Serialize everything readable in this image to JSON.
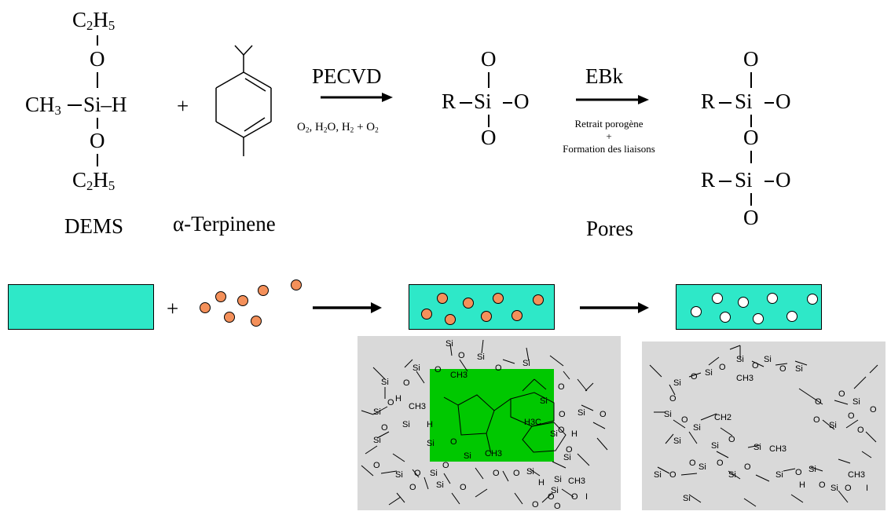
{
  "dems": {
    "top_group": [
      "C",
      "2",
      "H",
      "5"
    ],
    "o_top": "O",
    "ch3": [
      "CH",
      "3"
    ],
    "si_h": "Si–H",
    "o_bottom": "O",
    "bottom_group": [
      "C",
      "2",
      "H",
      "5"
    ],
    "name": "DEMS"
  },
  "plus_main": "+",
  "terpinene_name": "α-Terpinene",
  "step1": {
    "label": "PECVD",
    "conditions": [
      "O",
      "2",
      ", H",
      "2",
      "O, H",
      "2",
      " + O",
      "2"
    ]
  },
  "intermediate": {
    "o_top": "O",
    "r": "R",
    "si": "Si",
    "o_right": "O",
    "o_bottom": "O"
  },
  "step2": {
    "label": "EBk",
    "line1": "Retrait porogène",
    "line2": "+",
    "line3": "Formation des liaisons"
  },
  "product": {
    "o_top": "O",
    "r1": "R",
    "si1": "Si",
    "o_r1": "O",
    "o_mid": "O",
    "r2": "R",
    "si2": "Si",
    "o_r2": "O",
    "o_bottom": "O"
  },
  "pores_label": "Pores",
  "plus_schematic": "+",
  "colors": {
    "matrix": "#2ee8c8",
    "porogen": "#f4905a",
    "pore": "#ffffff",
    "network_bg": "#d9d9d9",
    "porogen_region": "#00c800"
  },
  "left_network": {
    "labels": [
      "Si",
      "Si",
      "Si",
      "O",
      "O",
      "O",
      "CH3",
      "Si",
      "O",
      "H",
      "Si",
      "CH3",
      "Si",
      "O",
      "Si",
      "H",
      "O",
      "Si",
      "O",
      "Si",
      "CH3",
      "Si",
      "O",
      "Si",
      "O",
      "Si",
      "O",
      "O",
      "Si",
      "O",
      "Si",
      "H",
      "Si",
      "O",
      "O",
      "Si",
      "O",
      "Si",
      "H3C",
      "O",
      "Si",
      "O",
      "Si",
      "H",
      "O",
      "O",
      "CH3",
      "Si",
      "O",
      "I",
      "O",
      "O",
      "O"
    ]
  },
  "right_network": {
    "labels": [
      "Si",
      "O",
      "Si",
      "O",
      "Si",
      "O",
      "Si",
      "CH3",
      "Si",
      "O",
      "O",
      "Si",
      "O",
      "Si",
      "CH2",
      "Si",
      "O",
      "Si",
      "CH3",
      "Si",
      "O",
      "Si",
      "O",
      "Si",
      "O",
      "Si",
      "O",
      "Si",
      "CH3",
      "H",
      "O",
      "Si",
      "O",
      "I",
      "Si",
      "O",
      "Si",
      "O",
      "O",
      "O",
      "Si",
      "O",
      "O",
      "Si",
      "O"
    ]
  }
}
